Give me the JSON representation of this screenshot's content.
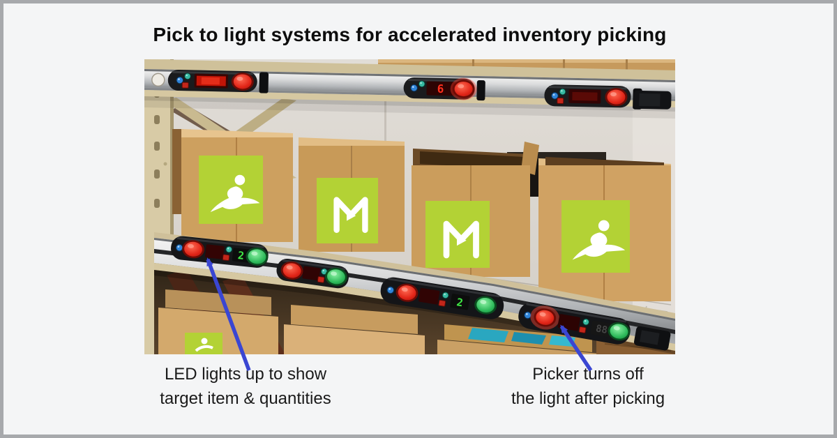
{
  "title": "Pick to light systems for accelerated inventory picking",
  "photo": {
    "description": "Warehouse flow-rack shelving with pick-to-light modules mounted on two rails and cardboard boxes bearing lime green logos",
    "label_color": "#b3d235",
    "leds": {
      "top_rail_display": "6",
      "shelf_module_1": "2",
      "shelf_module_3": "2",
      "shelf_module_4": "88"
    },
    "icons": {
      "box_logo_1": "leaping-person-logo",
      "box_logo_2": "m-mark-logo"
    },
    "colors": {
      "cardboard": "#cda05f",
      "rack_beige": "#d6c8a1",
      "rail_silver": "#b2b5b8",
      "module_black": "#17181a",
      "button_red": "#e02417",
      "button_green": "#2db95a"
    }
  },
  "annotations": {
    "left": {
      "line1": "LED lights up to show",
      "line2": "target item & quantities"
    },
    "right": {
      "line1": "Picker turns off",
      "line2": "the light after picking"
    },
    "arrow_color": "#3a46d2"
  },
  "frame": {
    "background": "#f4f5f6",
    "border_color": "#a7a9ac"
  }
}
